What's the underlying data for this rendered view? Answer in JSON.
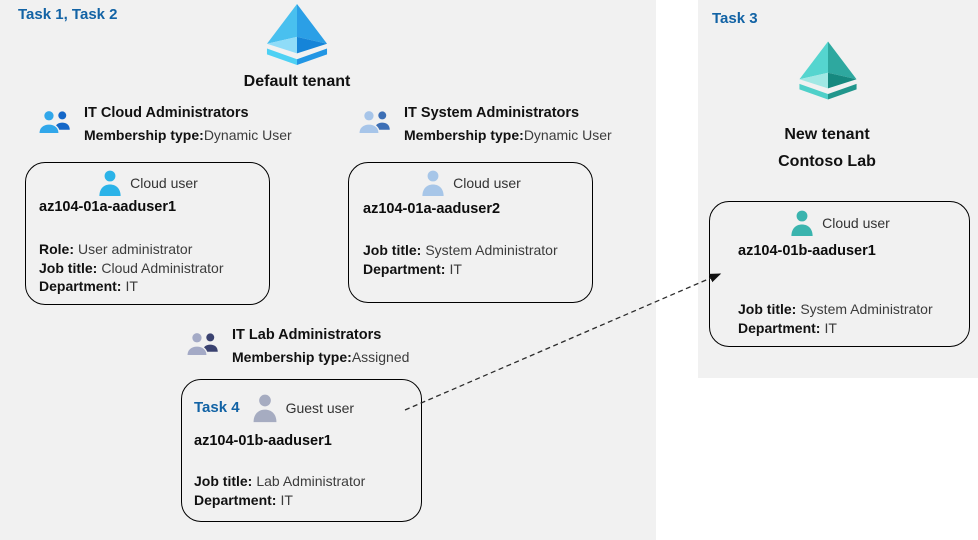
{
  "colors": {
    "panel_gray": "#f1f1f1",
    "task_blue": "#1263a5",
    "tenant_icon_blue": "#2b9fe6",
    "tenant_icon_teal": "#2ea89f",
    "cloud_user_cyan": "#2bb3e8",
    "cloud_user_steel": "#a7c6e8",
    "guest_user_gray": "#9aa2b8",
    "cloud_user_teal": "#3ab4ae"
  },
  "icons": {
    "tenant_icon": "azure-ad-diamond",
    "group_icon": "two-people-silhouette",
    "user_icon": "person-silhouette"
  },
  "left_panel": {
    "task_label": "Task 1, Task 2",
    "tenant_label": "Default tenant",
    "groups": [
      {
        "title": "IT Cloud Administrators",
        "membership_label": "Membership type:",
        "membership_value": "Dynamic User"
      },
      {
        "title": "IT System Administrators",
        "membership_label": "Membership type:",
        "membership_value": "Dynamic User"
      },
      {
        "title": "IT Lab Administrators",
        "membership_label": "Membership type:",
        "membership_value": "Assigned"
      }
    ],
    "cards": [
      {
        "user_type": "Cloud user",
        "name": "az104-01a-aaduser1",
        "fields": [
          {
            "label": "Role:",
            "value": "User administrator"
          },
          {
            "label": "Job title:",
            "value": "Cloud Administrator"
          },
          {
            "label": "Department:",
            "value": "IT"
          }
        ]
      },
      {
        "user_type": "Cloud user",
        "name": "az104-01a-aaduser2",
        "fields": [
          {
            "label": "Job title:",
            "value": "System Administrator"
          },
          {
            "label": "Department:",
            "value": "IT"
          }
        ]
      },
      {
        "task_label": "Task 4",
        "user_type": "Guest user",
        "name": "az104-01b-aaduser1",
        "fields": [
          {
            "label": "Job title:",
            "value": "Lab Administrator"
          },
          {
            "label": "Department:",
            "value": "IT"
          }
        ]
      }
    ]
  },
  "right_panel": {
    "task_label": "Task 3",
    "tenant_label_line1": "New tenant",
    "tenant_label_line2": "Contoso Lab",
    "card": {
      "user_type": "Cloud user",
      "name": "az104-01b-aaduser1",
      "fields": [
        {
          "label": "Job title:",
          "value": "System Administrator"
        },
        {
          "label": "Department:",
          "value": "IT"
        }
      ]
    }
  }
}
